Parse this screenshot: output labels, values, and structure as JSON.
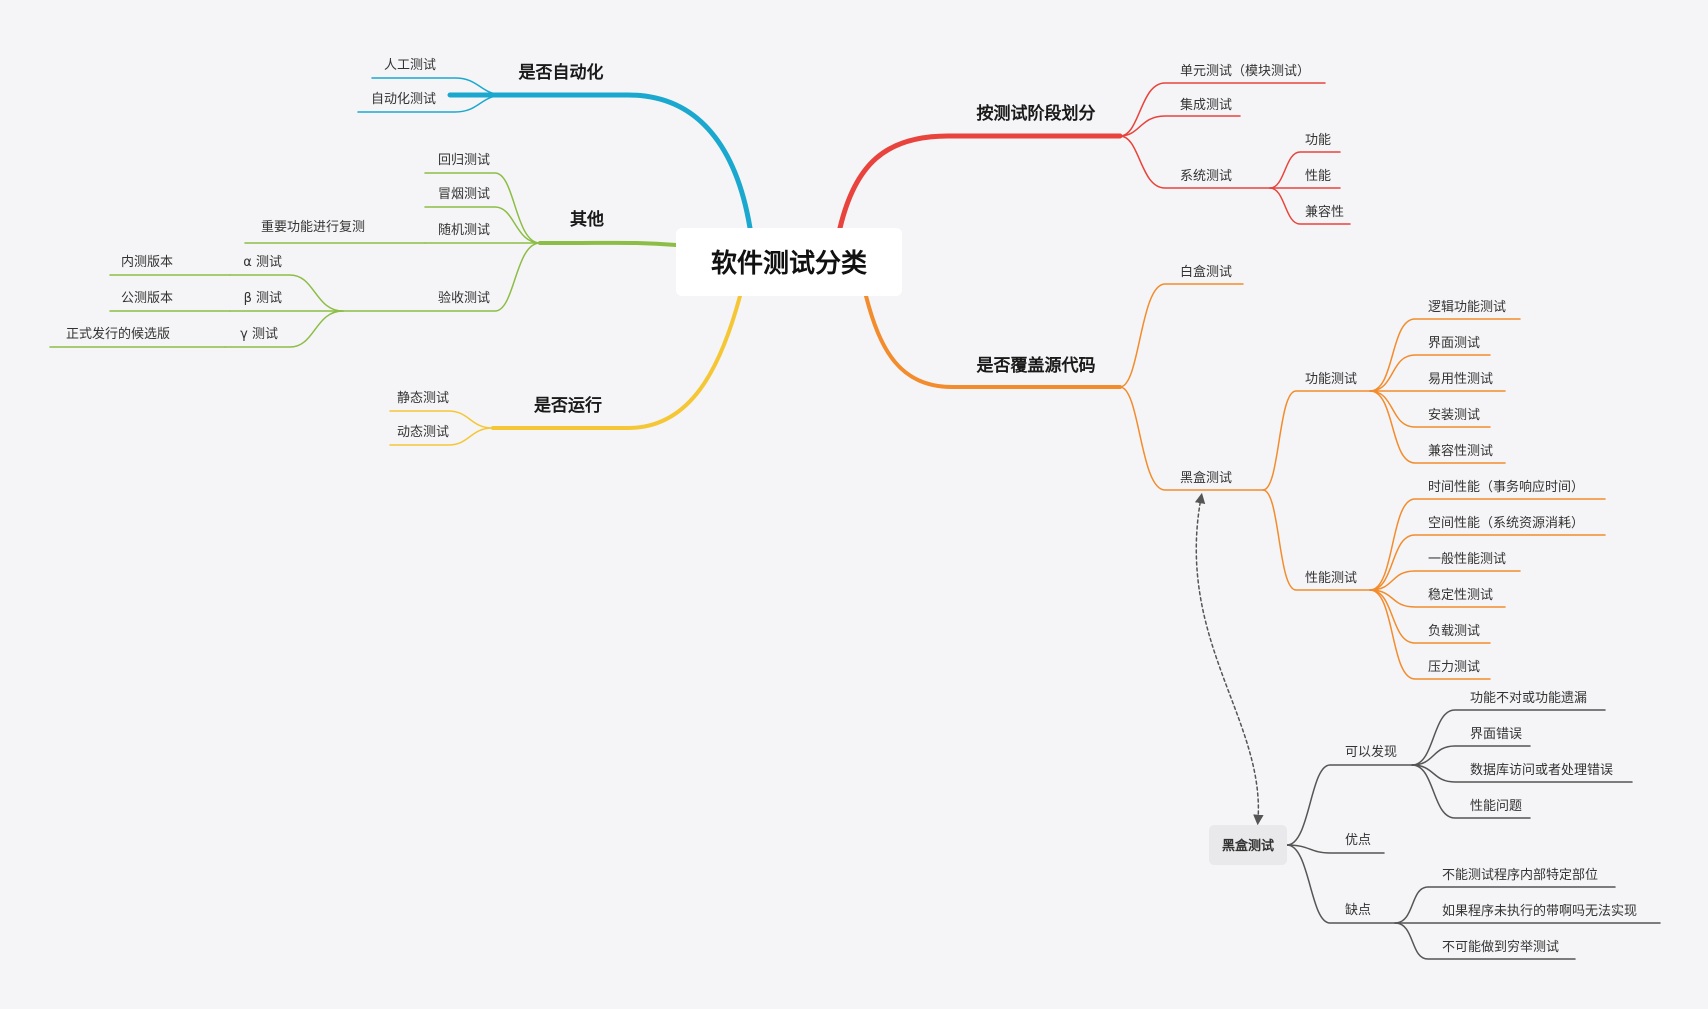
{
  "center": {
    "label": "软件测试分类"
  },
  "colors": {
    "red": "#e8433c",
    "orange": "#f28c2c",
    "blue": "#1ba8cf",
    "green": "#8cbd45",
    "yellow": "#f5c736",
    "gray": "#555555",
    "center_bg": "#ffffff",
    "canvas_bg": "#f5f5f7",
    "note_bg": "#e9e9eb"
  },
  "branches": {
    "by_stage": {
      "label": "按测试阶段划分",
      "unit": "单元测试（模块测试）",
      "integration": "集成测试",
      "system": "系统测试",
      "system_children": [
        "功能",
        "性能",
        "兼容性"
      ]
    },
    "coverage": {
      "label": "是否覆盖源代码",
      "white": "白盒测试",
      "black": "黑盒测试",
      "functional": "功能测试",
      "functional_children": [
        "逻辑功能测试",
        "界面测试",
        "易用性测试",
        "安装测试",
        "兼容性测试"
      ],
      "performance": "性能测试",
      "performance_children": [
        "时间性能（事务响应时间）",
        "空间性能（系统资源消耗）",
        "一般性能测试",
        "稳定性测试",
        "负载测试",
        "压力测试"
      ]
    },
    "automation": {
      "label": "是否自动化",
      "children": [
        "人工测试",
        "自动化测试"
      ]
    },
    "other": {
      "label": "其他",
      "regression": "回归测试",
      "smoke": "冒烟测试",
      "random": "随机测试",
      "random_note": "重要功能进行复测",
      "acceptance": "验收测试",
      "alpha": "α 测试",
      "alpha_note": "内测版本",
      "beta": "β 测试",
      "beta_note": "公测版本",
      "gamma": "γ 测试",
      "gamma_note": "正式发行的候选版"
    },
    "run": {
      "label": "是否运行",
      "children": [
        "静态测试",
        "动态测试"
      ]
    }
  },
  "floating": {
    "label": "黑盒测试",
    "can_find": "可以发现",
    "can_find_children": [
      "功能不对或功能遗漏",
      "界面错误",
      "数据库访问或者处理错误",
      "性能问题"
    ],
    "pros": "优点",
    "cons": "缺点",
    "cons_children": [
      "不能测试程序内部特定部位",
      "如果程序未执行的带啊吗无法实现",
      "不可能做到穷举测试"
    ]
  }
}
